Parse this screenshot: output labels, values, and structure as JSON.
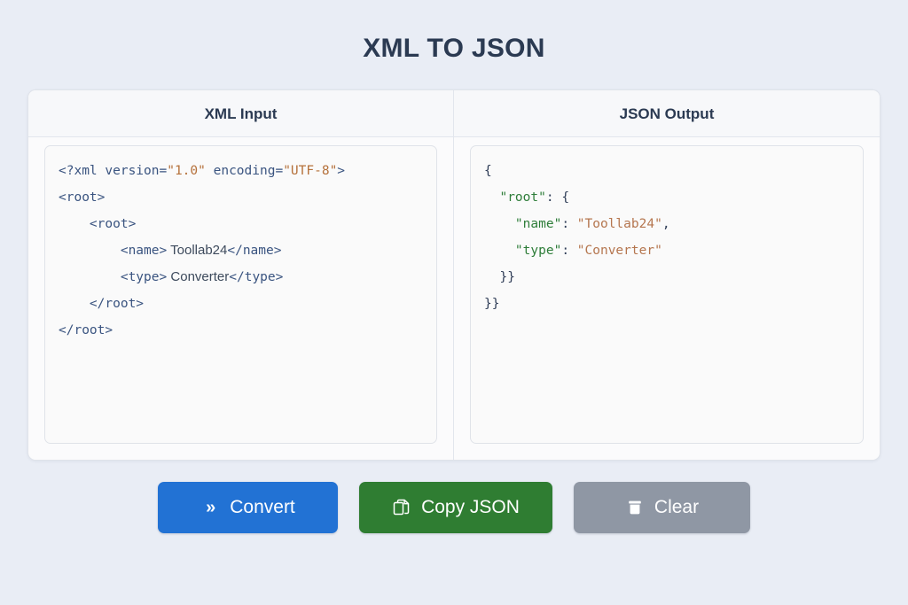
{
  "title": "XML TO JSON",
  "panels": {
    "left": {
      "header": "XML Input",
      "code_lines": [
        "<?xml version=\"1.0\" encoding=\"UTF-8\">",
        "<root>",
        "    <root>",
        "        <name> Toollab24</name>",
        "        <type> Converter</type>",
        "    </root>",
        "</root>"
      ],
      "xml_declaration_tag": "<?xml version=",
      "xml_version_value": "\"1.0\"",
      "xml_encoding_key": " encoding=",
      "xml_encoding_value": "\"UTF-8\"",
      "xml_declaration_end": ">",
      "root_open": "<root>",
      "inner_root_open": "<root>",
      "name_open": "<name>",
      "name_text": " Toollab24",
      "name_close": "</name>",
      "type_open": "<type>",
      "type_text": " Converter",
      "type_close": "</type>",
      "inner_root_close": "</root>",
      "root_close": "</root>"
    },
    "right": {
      "header": "JSON Output",
      "code_lines": [
        "{",
        "  \"root\": {",
        "    \"name\": \"Toollab24\",",
        "    \"type\": \"Converter\"",
        "  }}",
        "}}"
      ],
      "brace_open": "{",
      "root_key": "\"root\"",
      "root_colon_brace": ": {",
      "name_key": "\"name\"",
      "name_colon": ": ",
      "name_value": "\"Toollab24\"",
      "name_comma": ",",
      "type_key": "\"type\"",
      "type_colon": ": ",
      "type_value": "\"Converter\"",
      "close_inner": "}}",
      "close_outer": "}}"
    }
  },
  "buttons": {
    "convert": {
      "label": "Convert",
      "icon": "double-chevron-right-icon",
      "glyph": "»",
      "color": "#2272d4"
    },
    "copy": {
      "label": "Copy JSON",
      "icon": "copy-icon",
      "color": "#2f7d32"
    },
    "clear": {
      "label": "Clear",
      "icon": "trash-icon",
      "color": "#8f97a4"
    }
  },
  "colors": {
    "background": "#e9edf5",
    "title": "#2b3a52",
    "card": "#fbfbfc",
    "panel_header": "#f7f8fa",
    "code_bg": "#fafafa",
    "xml_tag": "#3a5480",
    "xml_attr_value": "#b5713b",
    "json_key": "#2e7d39",
    "json_string": "#b5764f"
  }
}
